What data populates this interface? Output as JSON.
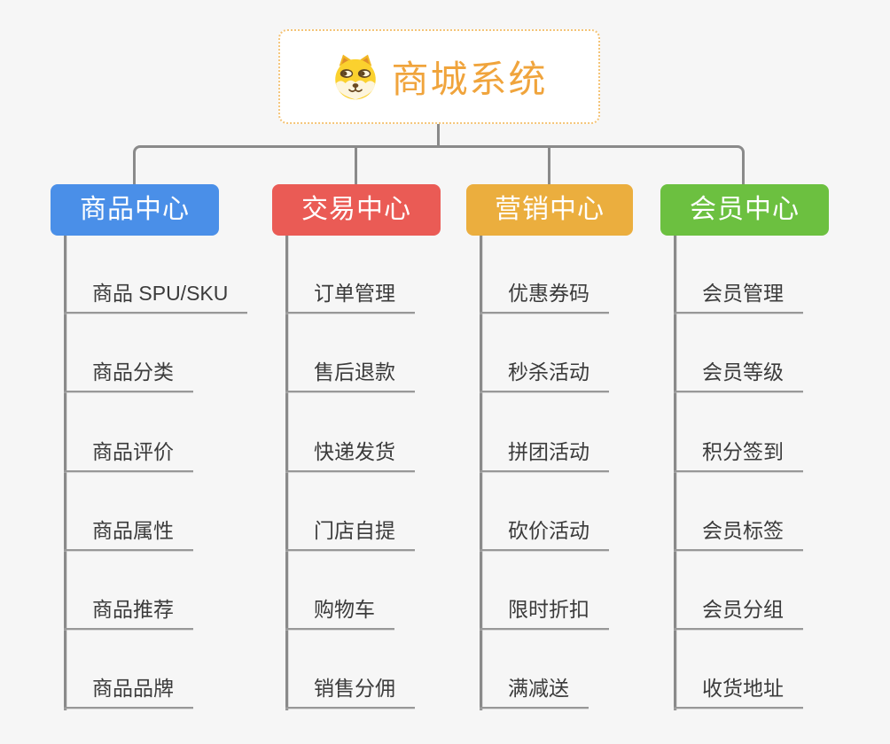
{
  "canvas": {
    "background": "#f6f6f6",
    "connector_color": "#8a8a8a",
    "leaf_line_color": "#989898",
    "leaf_text_color": "#3b3b3b"
  },
  "root": {
    "title": "商城系统",
    "icon": "dog-face-icon",
    "text_color": "#f0a43c",
    "border_color": "#f4c478",
    "background": "#ffffff"
  },
  "branches": [
    {
      "id": "product",
      "label": "商品中心",
      "color": "#4a8fe8",
      "children": [
        "商品 SPU/SKU",
        "商品分类",
        "商品评价",
        "商品属性",
        "商品推荐",
        "商品品牌"
      ]
    },
    {
      "id": "trade",
      "label": "交易中心",
      "color": "#ea5b55",
      "children": [
        "订单管理",
        "售后退款",
        "快递发货",
        "门店自提",
        "购物车",
        "销售分佣"
      ]
    },
    {
      "id": "marketing",
      "label": "营销中心",
      "color": "#ebae3e",
      "children": [
        "优惠券码",
        "秒杀活动",
        "拼团活动",
        "砍价活动",
        "限时折扣",
        "满减送"
      ]
    },
    {
      "id": "member",
      "label": "会员中心",
      "color": "#6cc040",
      "children": [
        "会员管理",
        "会员等级",
        "积分签到",
        "会员标签",
        "会员分组",
        "收货地址"
      ]
    }
  ]
}
